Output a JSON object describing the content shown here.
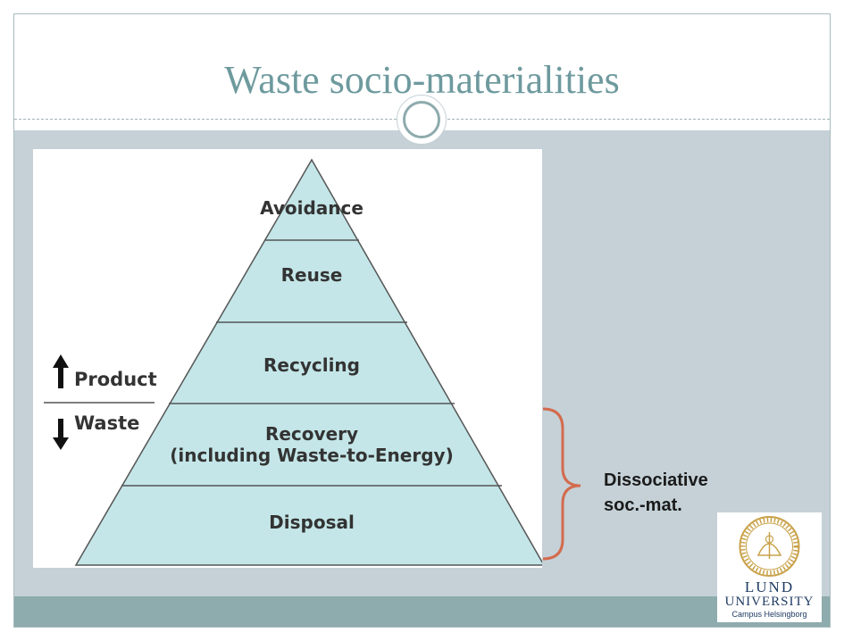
{
  "slide": {
    "title": "Waste socio-materialities"
  },
  "pyramid": {
    "tiers": [
      {
        "lines": [
          "Avoidance"
        ]
      },
      {
        "lines": [
          "Reuse"
        ]
      },
      {
        "lines": [
          "Recycling"
        ]
      },
      {
        "lines": [
          "Recovery",
          "(including Waste-to-Energy)"
        ]
      },
      {
        "lines": [
          "Disposal"
        ]
      }
    ],
    "arrow_up_label": "Product",
    "arrow_down_label": "Waste"
  },
  "annotation": {
    "line1": "Dissociative",
    "line2": "soc.-mat."
  },
  "logo": {
    "name_line1": "LUND",
    "name_line2": "UNIVERSITY",
    "campus": "Campus Helsingborg"
  },
  "colors": {
    "pyramid_fill": "#c4e6e8",
    "bracket": "#d36b4e",
    "title": "#6e9a9e"
  }
}
